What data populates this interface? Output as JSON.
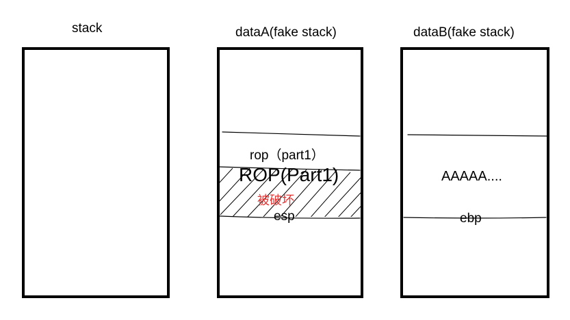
{
  "columns": {
    "stack": {
      "title": "stack"
    },
    "dataA": {
      "title": "dataA(fake stack)",
      "rop_small": "rop（part1）",
      "rop_big": "ROP(Part1)",
      "damaged": "被破坏",
      "esp": "esp"
    },
    "dataB": {
      "title": "dataB(fake stack)",
      "filler": "AAAAA....",
      "ebp": "ebp"
    }
  },
  "colors": {
    "damaged_text": "#e8312f",
    "ink": "#000000"
  }
}
